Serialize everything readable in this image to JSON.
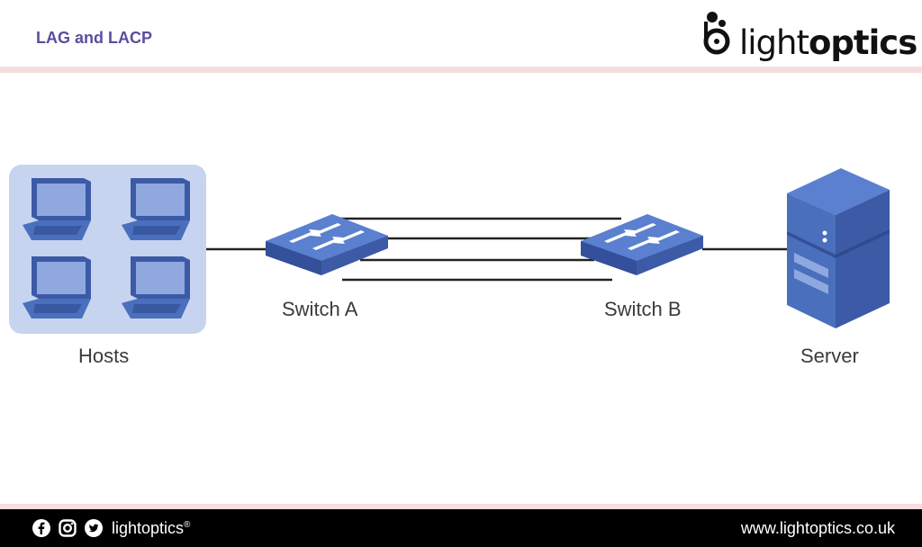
{
  "header": {
    "title": "LAG and LACP"
  },
  "logo": {
    "text_light": "light",
    "text_bold": "optics"
  },
  "diagram": {
    "hosts_label": "Hosts",
    "switch_a_label": "Switch A",
    "switch_b_label": "Switch B",
    "server_label": "Server"
  },
  "footer": {
    "brand": "lightoptics",
    "brand_mark": "®",
    "url": "www.lightoptics.co.uk"
  },
  "colors": {
    "title": "#5c4d9e",
    "device_blue": "#4a6fbd",
    "hosts_panel": "#c6d4f0"
  }
}
